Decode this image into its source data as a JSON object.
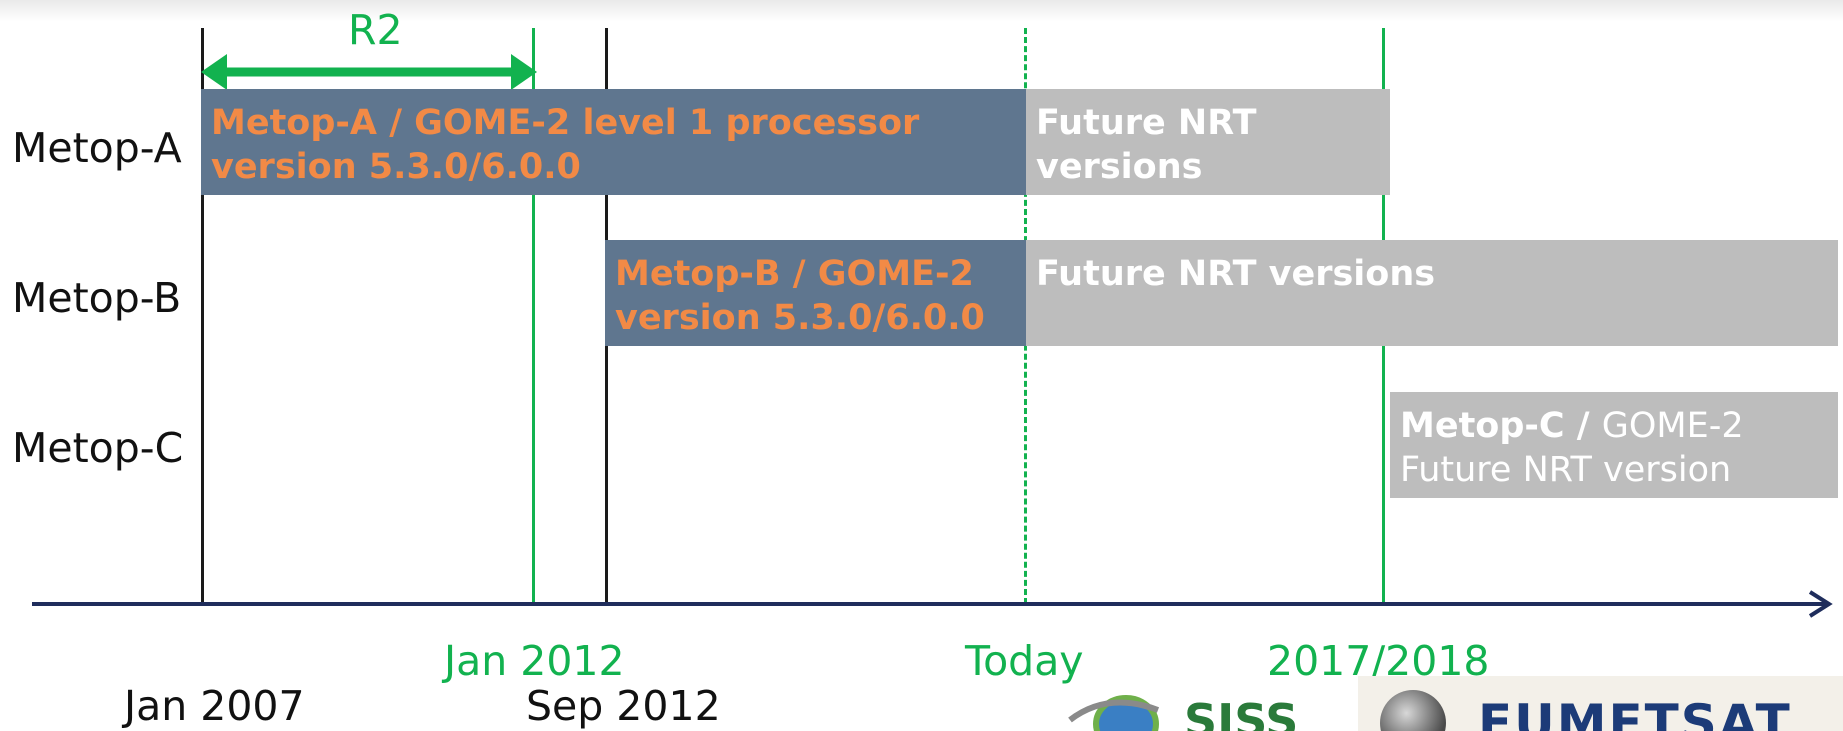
{
  "rows": {
    "metop_a": "Metop-A",
    "metop_b": "Metop-B",
    "metop_c": "Metop-C"
  },
  "range_label": "R2",
  "bars": {
    "a_current": {
      "line1": "Metop-A / GOME-2 level 1 processor",
      "line2": "version 5.3.0/6.0.0"
    },
    "a_future": {
      "line1": "Future NRT",
      "line2": "versions"
    },
    "b_current": {
      "line1": "Metop-B / GOME-2",
      "line2": "version 5.3.0/6.0.0"
    },
    "b_future": {
      "line1": "Future NRT versions"
    },
    "c_future": {
      "bold": "Metop-C /",
      "rest": "GOME-2",
      "line2": "Future NRT version"
    }
  },
  "dates": {
    "jan2007": "Jan 2007",
    "jan2012": "Jan 2012",
    "sep2012": "Sep 2012",
    "today": "Today",
    "y2017": "2017/2018"
  },
  "logos": {
    "siss": "SISS",
    "eumetsat": "EUMETSAT"
  },
  "colors": {
    "current_version_bar": "#5f768f",
    "future_version_bar": "#bdbdbd",
    "current_version_text": "#f28a46",
    "milestone_green": "#12b24f",
    "axis": "#1f2d5c"
  },
  "icons": [
    "double-arrow-icon",
    "axis-arrow-icon",
    "siss-logo-icon",
    "eumetsat-globe-icon"
  ]
}
